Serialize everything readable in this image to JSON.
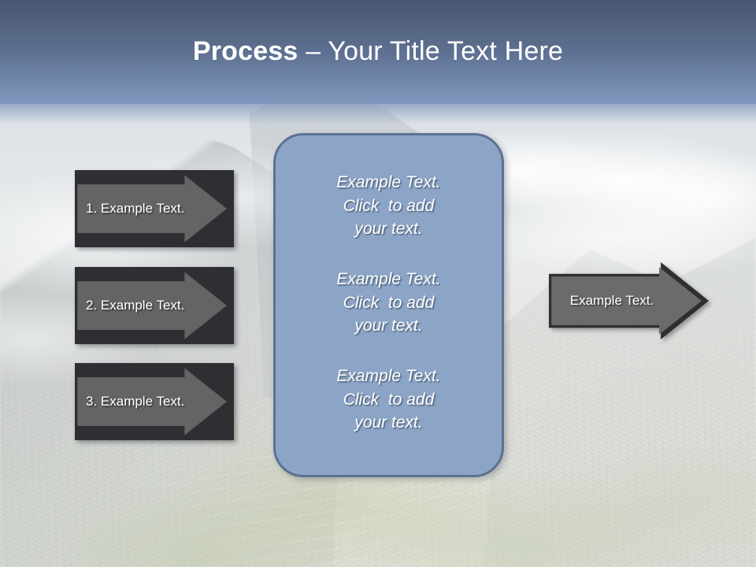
{
  "slide": {
    "title": {
      "strong": "Process",
      "rest": " – Your Title Text Here"
    },
    "colors": {
      "title_band_top": "#475771",
      "title_band_bottom": "#8098bd",
      "arrow_fill": "#646464",
      "arrow_border": "#2f2f33",
      "panel_fill": "#8ca5c6",
      "panel_border": "#5c7193",
      "text_white": "#ffffff"
    },
    "input_arrows": [
      {
        "label": "1. Example Text."
      },
      {
        "label": "2. Example Text."
      },
      {
        "label": "3. Example Text."
      }
    ],
    "center_panel": {
      "blocks": [
        {
          "line1": "Example Text.",
          "line2": "Click  to add",
          "line3": "your text."
        },
        {
          "line1": "Example Text.",
          "line2": "Click  to add",
          "line3": "your text."
        },
        {
          "line1": "Example Text.",
          "line2": "Click  to add",
          "line3": "your text."
        }
      ]
    },
    "output_arrow": {
      "label": "Example Text."
    },
    "background": {
      "description": "Machu Picchu mountain landscape, faded"
    }
  }
}
